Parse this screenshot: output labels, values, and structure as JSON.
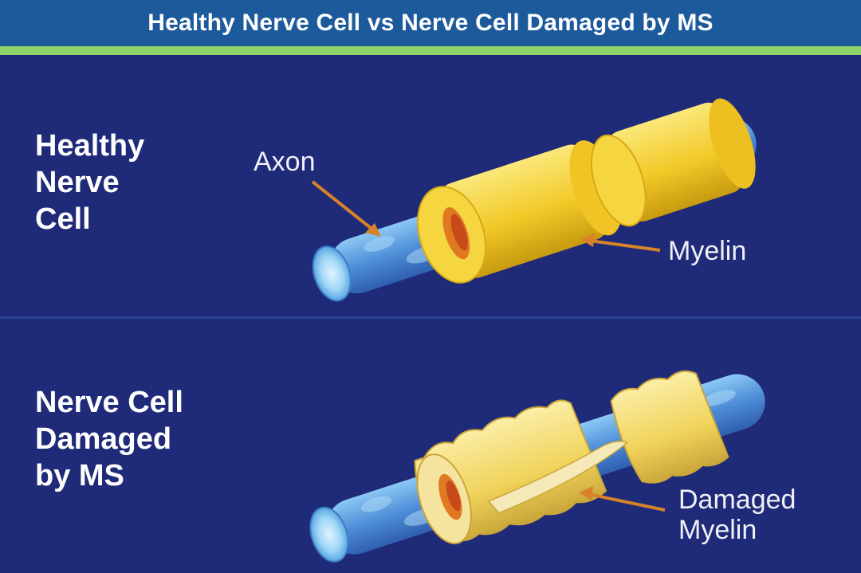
{
  "header": {
    "title": "Healthy Nerve Cell vs Nerve Cell Damaged by MS"
  },
  "panels": {
    "healthy": {
      "label_lines": [
        "Healthy",
        "Nerve",
        "Cell"
      ]
    },
    "damaged": {
      "label_lines": [
        "Nerve Cell",
        "Damaged",
        "by MS"
      ]
    }
  },
  "callouts": {
    "axon": "Axon",
    "myelin": "Myelin",
    "damaged_myelin_lines": [
      "Damaged",
      "Myelin"
    ]
  },
  "colors": {
    "background": "#1f2a78",
    "header": "#1d5a9b",
    "stripe": "#8fd36b",
    "axon": "#5a9fe0",
    "myelin": "#f2c928",
    "damaged_myelin": "#f1dc8a",
    "arrow": "#d8832a"
  }
}
